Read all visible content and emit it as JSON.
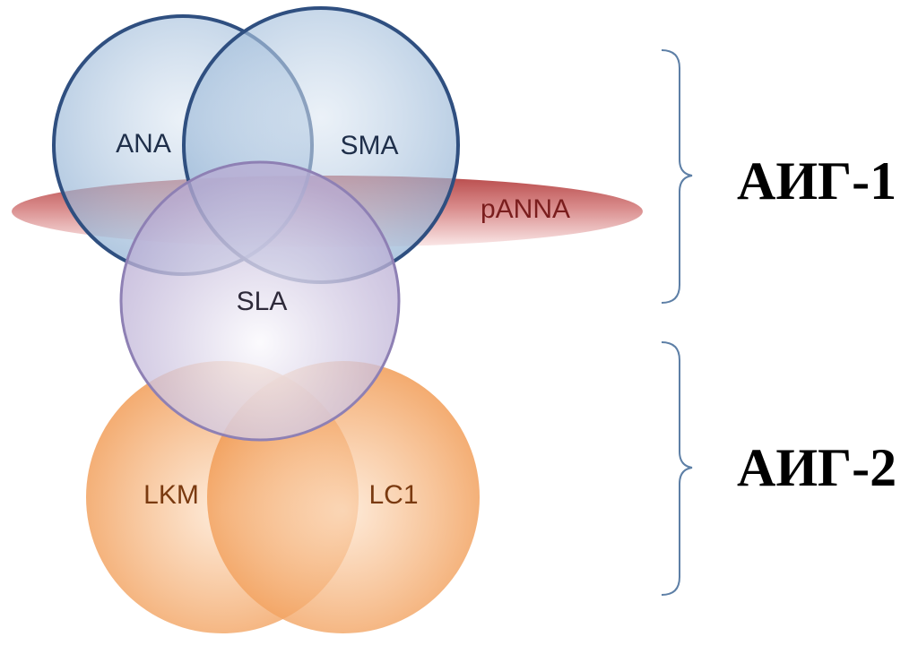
{
  "labels": {
    "ana": "ANA",
    "sma": "SMA",
    "panna": "pANNA",
    "sla": "SLA",
    "lkm": "LKM",
    "lc1": "LC1"
  },
  "groups": {
    "group1": "АИГ-1",
    "group2": "АИГ-2"
  },
  "colors": {
    "blue_circle_stroke": "#2f4f80",
    "blue_circle_fill": "#a9c3dd",
    "panna_fill": "#c0504d",
    "sla_fill": "#c5bbdc",
    "sla_stroke": "#8e80b4",
    "orange_fill": "#f4a460",
    "bracket": "#5d7fa6"
  }
}
